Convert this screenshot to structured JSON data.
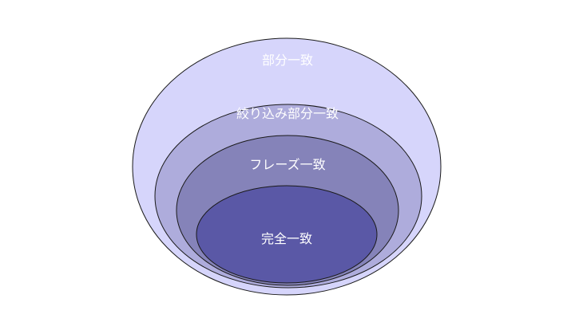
{
  "diagram": {
    "rings": [
      {
        "label": "部分一致",
        "fill": "#d6d5fb"
      },
      {
        "label": "絞り込み部分一致",
        "fill": "#aeacdc"
      },
      {
        "label": "フレーズ一致",
        "fill": "#8583b9"
      },
      {
        "label": "完全一致",
        "fill": "#5a58a6"
      }
    ],
    "stroke_color": "#1a1a1a"
  }
}
